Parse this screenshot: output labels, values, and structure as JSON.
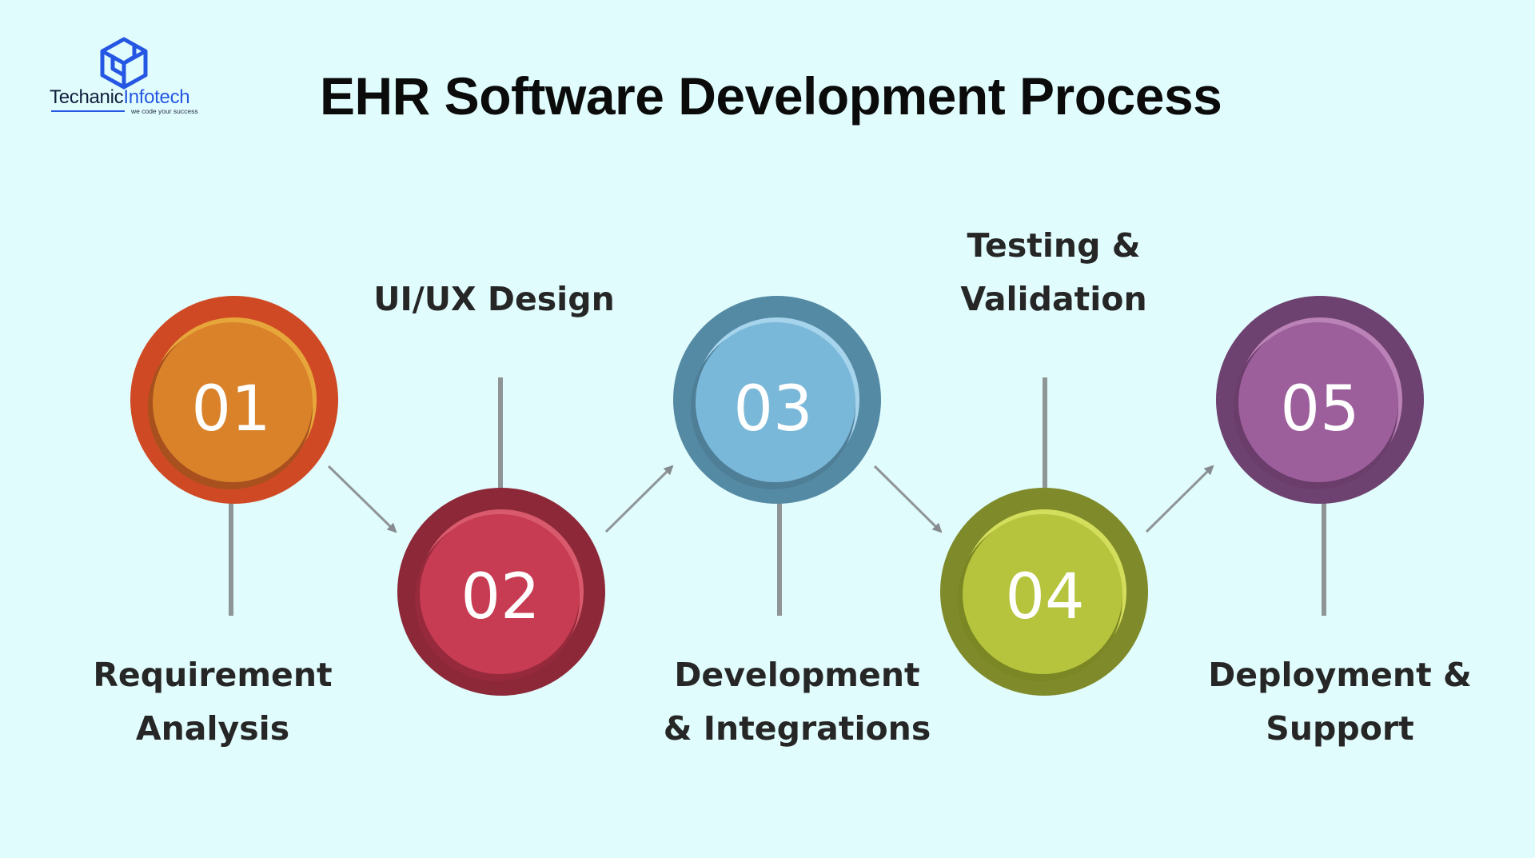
{
  "logo": {
    "brand_part1": "Techanic",
    "brand_part2": "Infotech",
    "tagline": "we code your success",
    "icon": "cube-network-logo-icon",
    "color": "#2557e3"
  },
  "title": "EHR Software Development Process",
  "steps": [
    {
      "number": "01",
      "label_lines": [
        "Requirement",
        "Analysis"
      ],
      "label_position": "below",
      "colors": {
        "outer": "#cf4a24",
        "inner": "#d9822a",
        "highlight": "#e7a63a",
        "shadow": "#a8501e"
      }
    },
    {
      "number": "02",
      "label_lines": [
        "UI/UX Design"
      ],
      "label_position": "above",
      "colors": {
        "outer": "#8c2838",
        "inner": "#c73c52",
        "highlight": "#d85a6c",
        "shadow": "#962a3c"
      }
    },
    {
      "number": "03",
      "label_lines": [
        "Development",
        "& Integrations"
      ],
      "label_position": "below",
      "colors": {
        "outer": "#558aa4",
        "inner": "#7ab8d9",
        "highlight": "#a6d4ec",
        "shadow": "#4f7e97"
      }
    },
    {
      "number": "04",
      "label_lines": [
        "Testing &",
        "Validation"
      ],
      "label_position": "above",
      "colors": {
        "outer": "#7f8a2a",
        "inner": "#b5c43c",
        "highlight": "#d3de5c",
        "shadow": "#7b8624"
      }
    },
    {
      "number": "05",
      "label_lines": [
        "Deployment &",
        "Support"
      ],
      "label_position": "below",
      "colors": {
        "outer": "#6e4270",
        "inner": "#9c5f9b",
        "highlight": "#bb82b8",
        "shadow": "#6a3d6b"
      }
    }
  ],
  "connectors": {
    "line_color": "#8f9496",
    "arrow_color": "#858b8e"
  }
}
